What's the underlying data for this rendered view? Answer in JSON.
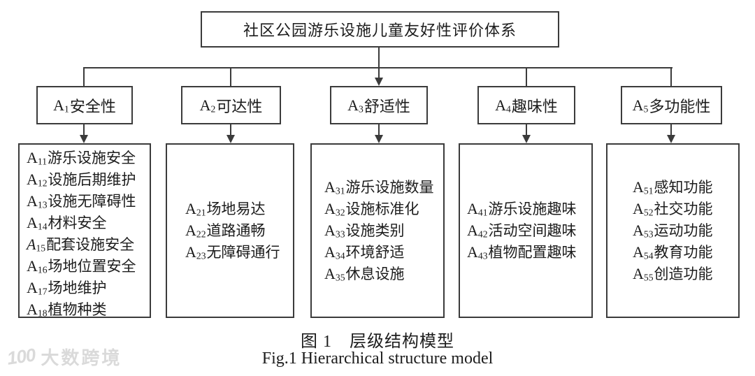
{
  "figure": {
    "root_title": "社区公园游乐设施儿童友好性评价体系",
    "categories": [
      {
        "letter": "A",
        "sub": "1",
        "label": "安全性",
        "items": [
          {
            "letter": "A",
            "sub": "11",
            "label": "游乐设施安全"
          },
          {
            "letter": "A",
            "sub": "12",
            "label": "设施后期维护"
          },
          {
            "letter": "A",
            "sub": "13",
            "label": "设施无障碍性"
          },
          {
            "letter": "A",
            "sub": "14",
            "label": "材料安全"
          },
          {
            "letter": "A",
            "sub": "15",
            "label": "配套设施安全",
            "italic_letter": true
          },
          {
            "letter": "A",
            "sub": "16",
            "label": "场地位置安全"
          },
          {
            "letter": "A",
            "sub": "17",
            "label": "场地维护"
          },
          {
            "letter": "A",
            "sub": "18",
            "label": "植物种类"
          }
        ]
      },
      {
        "letter": "A",
        "sub": "2",
        "label": "可达性",
        "items": [
          {
            "letter": "A",
            "sub": "21",
            "label": "场地易达"
          },
          {
            "letter": "A",
            "sub": "22",
            "label": "道路通畅"
          },
          {
            "letter": "A",
            "sub": "23",
            "label": "无障碍通行"
          }
        ]
      },
      {
        "letter": "A",
        "sub": "3",
        "label": "舒适性",
        "items": [
          {
            "letter": "A",
            "sub": "31",
            "label": "游乐设施数量"
          },
          {
            "letter": "A",
            "sub": "32",
            "label": "设施标准化"
          },
          {
            "letter": "A",
            "sub": "33",
            "label": "设施类别"
          },
          {
            "letter": "A",
            "sub": "34",
            "label": "环境舒适"
          },
          {
            "letter": "A",
            "sub": "35",
            "label": "休息设施"
          }
        ]
      },
      {
        "letter": "A",
        "sub": "4",
        "label": "趣味性",
        "items": [
          {
            "letter": "A",
            "sub": "41",
            "label": "游乐设施趣味"
          },
          {
            "letter": "A",
            "sub": "42",
            "label": "活动空间趣味"
          },
          {
            "letter": "A",
            "sub": "43",
            "label": "植物配置趣味"
          }
        ]
      },
      {
        "letter": "A",
        "sub": "5",
        "label": "多功能性",
        "items": [
          {
            "letter": "A",
            "sub": "51",
            "label": "感知功能"
          },
          {
            "letter": "A",
            "sub": "52",
            "label": "社交功能"
          },
          {
            "letter": "A",
            "sub": "53",
            "label": "运动功能"
          },
          {
            "letter": "A",
            "sub": "54",
            "label": "教育功能"
          },
          {
            "letter": "A",
            "sub": "55",
            "label": "创造功能"
          }
        ]
      }
    ],
    "caption_zh": "图 1　层级结构模型",
    "caption_en": "Fig.1 Hierarchical structure model"
  },
  "watermark": {
    "logo": "100",
    "text": "大数跨境"
  },
  "colors": {
    "line": "#3b3b3b",
    "text": "#1c1c1c",
    "watermark": "#dadada",
    "background": "#ffffff"
  }
}
